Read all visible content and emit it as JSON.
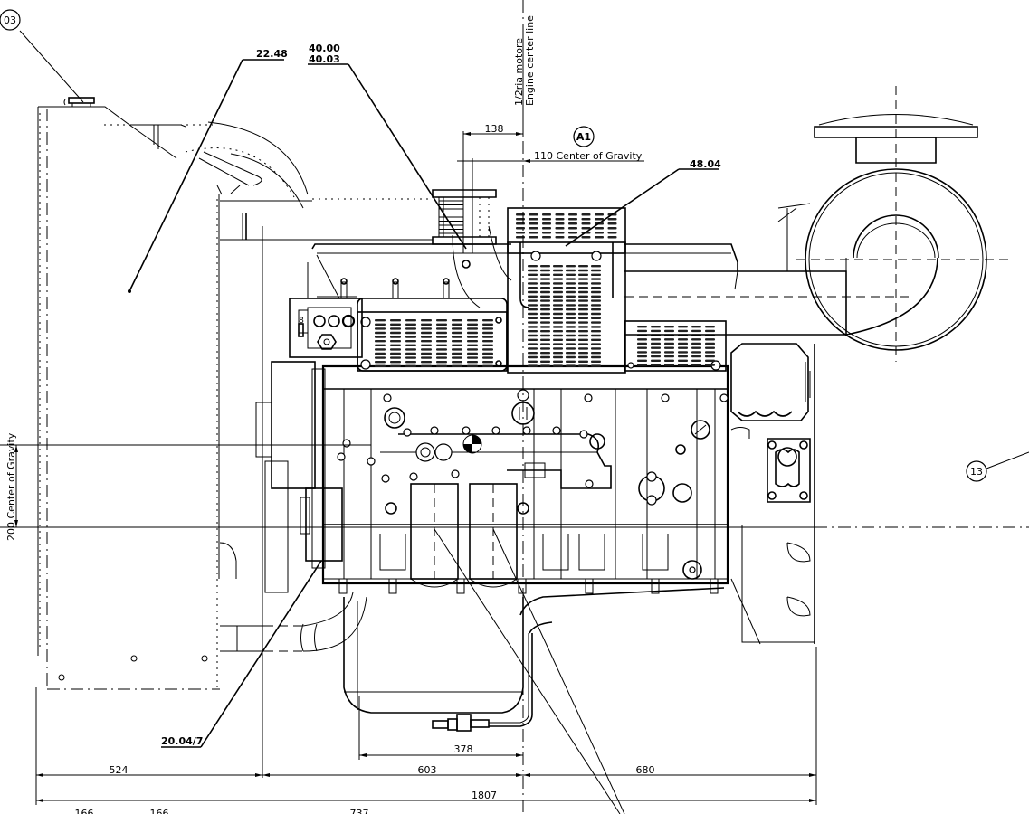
{
  "drawing": {
    "title": "Engine side view – overall dimensions",
    "balloons": [
      {
        "id": "balloon-03",
        "label": "03"
      },
      {
        "id": "balloon-A1",
        "label": "A1"
      },
      {
        "id": "balloon-13",
        "label": "13"
      }
    ],
    "callouts": {
      "radiator": "22.48",
      "part_40_line1": "40.00",
      "part_40_line2": "40.03",
      "air_filter_cover": "48.04",
      "pump": "20.04/7"
    },
    "centerline_labels": {
      "line1": "1/2ria motore",
      "line2": "Engine center line"
    },
    "dimensions": {
      "d138": "138",
      "cg_horizontal": "110 Center of Gravity",
      "cg_vertical": "200 Center of Gravity",
      "d378": "378",
      "d524": "524",
      "d603": "603",
      "d680": "680",
      "d1807": "1807",
      "d166a": "166",
      "d166b": "166",
      "d737": "737"
    },
    "label_8": "8"
  }
}
